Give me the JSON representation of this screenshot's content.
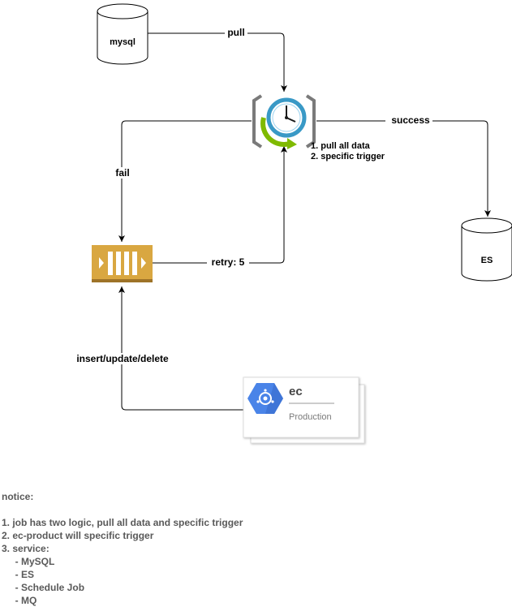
{
  "nodes": {
    "mysql": {
      "label": "mysql"
    },
    "es": {
      "label": "ES"
    },
    "schedule_job": {
      "note_lines": [
        "1. pull all data",
        "2. specific trigger"
      ]
    },
    "ec_service": {
      "title": "ec",
      "subtitle": "Production"
    }
  },
  "edges": {
    "pull": "pull",
    "success": "success",
    "fail": "fail",
    "retry": "retry: 5",
    "insert_update_delete": "insert/update/delete"
  },
  "notice": {
    "title": "notice:",
    "lines": [
      "1. job has two logic, pull all data and specific trigger",
      "2. ec-product will specific trigger",
      "3. service:",
      "     - MySQL",
      "     - ES",
      "     - Schedule Job",
      "     - MQ"
    ]
  },
  "colors": {
    "queue": "#d9a741",
    "clock_ring": "#3999c6",
    "clock_arrow": "#7fba00",
    "bracket": "#7a7a7a",
    "gcp_hex": "#4a84e8",
    "notice_text": "#595959"
  }
}
